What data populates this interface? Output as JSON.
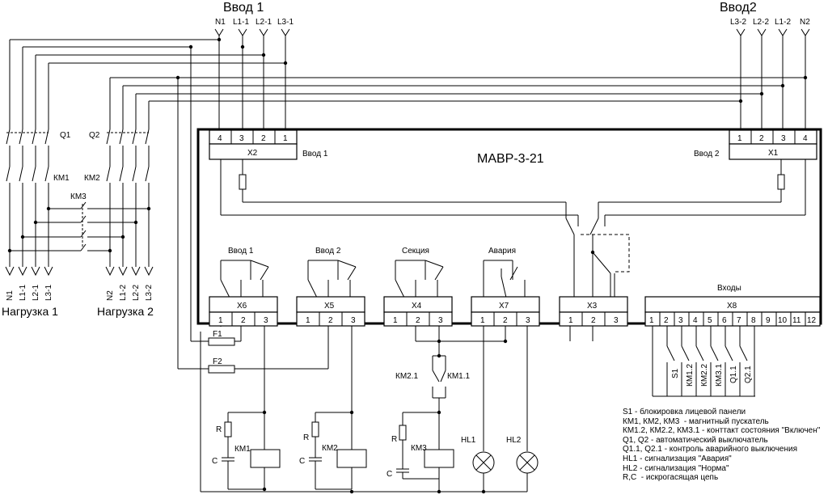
{
  "inputs": {
    "input1_title": "Ввод 1",
    "input2_title": "Ввод2",
    "input1_terms": [
      "N1",
      "L1-1",
      "L2-1",
      "L3-1"
    ],
    "input2_terms": [
      "L3-2",
      "L2-2",
      "L1-2",
      "N2"
    ]
  },
  "device": {
    "name": "МАВР-3-21",
    "x2": {
      "label": "X2",
      "pins": [
        "4",
        "3",
        "2",
        "1"
      ],
      "caption": "Ввод 1"
    },
    "x1": {
      "label": "X1",
      "pins": [
        "1",
        "2",
        "3",
        "4"
      ],
      "caption": "Ввод 2"
    },
    "relays": [
      {
        "title": "Ввод 1",
        "block": "X6",
        "pins": [
          "1",
          "2",
          "3"
        ]
      },
      {
        "title": "Ввод 2",
        "block": "X5",
        "pins": [
          "1",
          "2",
          "3"
        ]
      },
      {
        "title": "Секция",
        "block": "X4",
        "pins": [
          "1",
          "2",
          "3"
        ]
      },
      {
        "title": "Авария",
        "block": "X7",
        "pins": [
          "1",
          "2",
          "3"
        ]
      },
      {
        "title": "",
        "block": "X3",
        "pins": [
          "1",
          "2",
          "3"
        ]
      }
    ],
    "inputs_block": {
      "title": "Входы",
      "label": "X8",
      "pins": [
        "1",
        "2",
        "3",
        "4",
        "5",
        "6",
        "7",
        "8",
        "9",
        "10",
        "11",
        "12"
      ]
    },
    "input_switches": [
      "S1",
      "КМ1.2",
      "КМ2.2",
      "КМ3.1",
      "Q1.1",
      "Q2.1"
    ]
  },
  "left": {
    "q1": "Q1",
    "q2": "Q2",
    "km1": "КМ1",
    "km2": "КМ2",
    "km3": "КМ3",
    "load1_terms": [
      "N1",
      "L1-1",
      "L2-1",
      "L3-1"
    ],
    "load2_terms": [
      "N2",
      "L1-2",
      "L2-2",
      "L3-2"
    ],
    "load1": "Нагрузка 1",
    "load2": "Нагрузка 2"
  },
  "bottom": {
    "f1": "F1",
    "f2": "F2",
    "r": "R",
    "c": "C",
    "coil1": "КМ1",
    "coil2": "КМ2",
    "coil3": "КМ3",
    "km21": "КМ2.1",
    "km11": "КМ1.1",
    "hl1": "HL1",
    "hl2": "HL2"
  },
  "legend": [
    "S1 - блокировка лицевой панели",
    "КМ1, КМ2, КМ3  - магнитный пускатель",
    "КМ1.2, КМ2.2, КМ3.1 - конттакт состояния \"Включен\"",
    "Q1, Q2 - автоматический выключатель",
    "Q1.1, Q2.1 - контроль аварийного выключения",
    "HL1 - сигнализация \"Авария\"",
    "HL2 - сигнализация \"Норма\"",
    "R,C  - искрогасящая цепь"
  ]
}
